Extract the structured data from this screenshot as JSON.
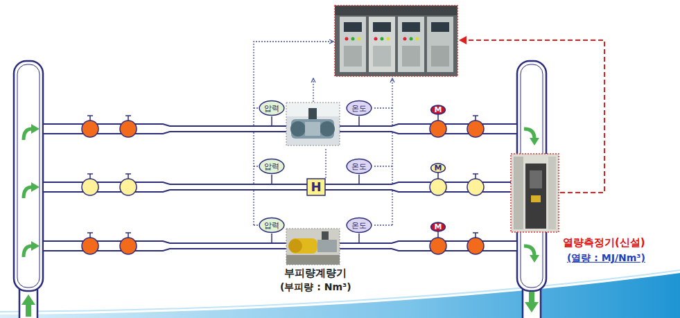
{
  "diagram": {
    "nodes": [
      {
        "text": [
          "압력"
        ]
      },
      {
        "text": [
          "온도"
        ]
      },
      {
        "text": [
          "M"
        ]
      },
      {
        "text": [
          "압력"
        ]
      },
      {
        "text": [
          "H"
        ]
      },
      {
        "text": [
          "온도"
        ]
      },
      {
        "text": [
          "M"
        ]
      },
      {
        "text": [
          "압력"
        ]
      },
      {
        "text": [
          "온도"
        ]
      },
      {
        "text": [
          "M"
        ]
      }
    ],
    "labels": [
      "부피량계량기",
      "(부피량 : Nm³)",
      "열량측정기(신설)",
      "(열량 : MJ/Nm³)"
    ]
  }
}
